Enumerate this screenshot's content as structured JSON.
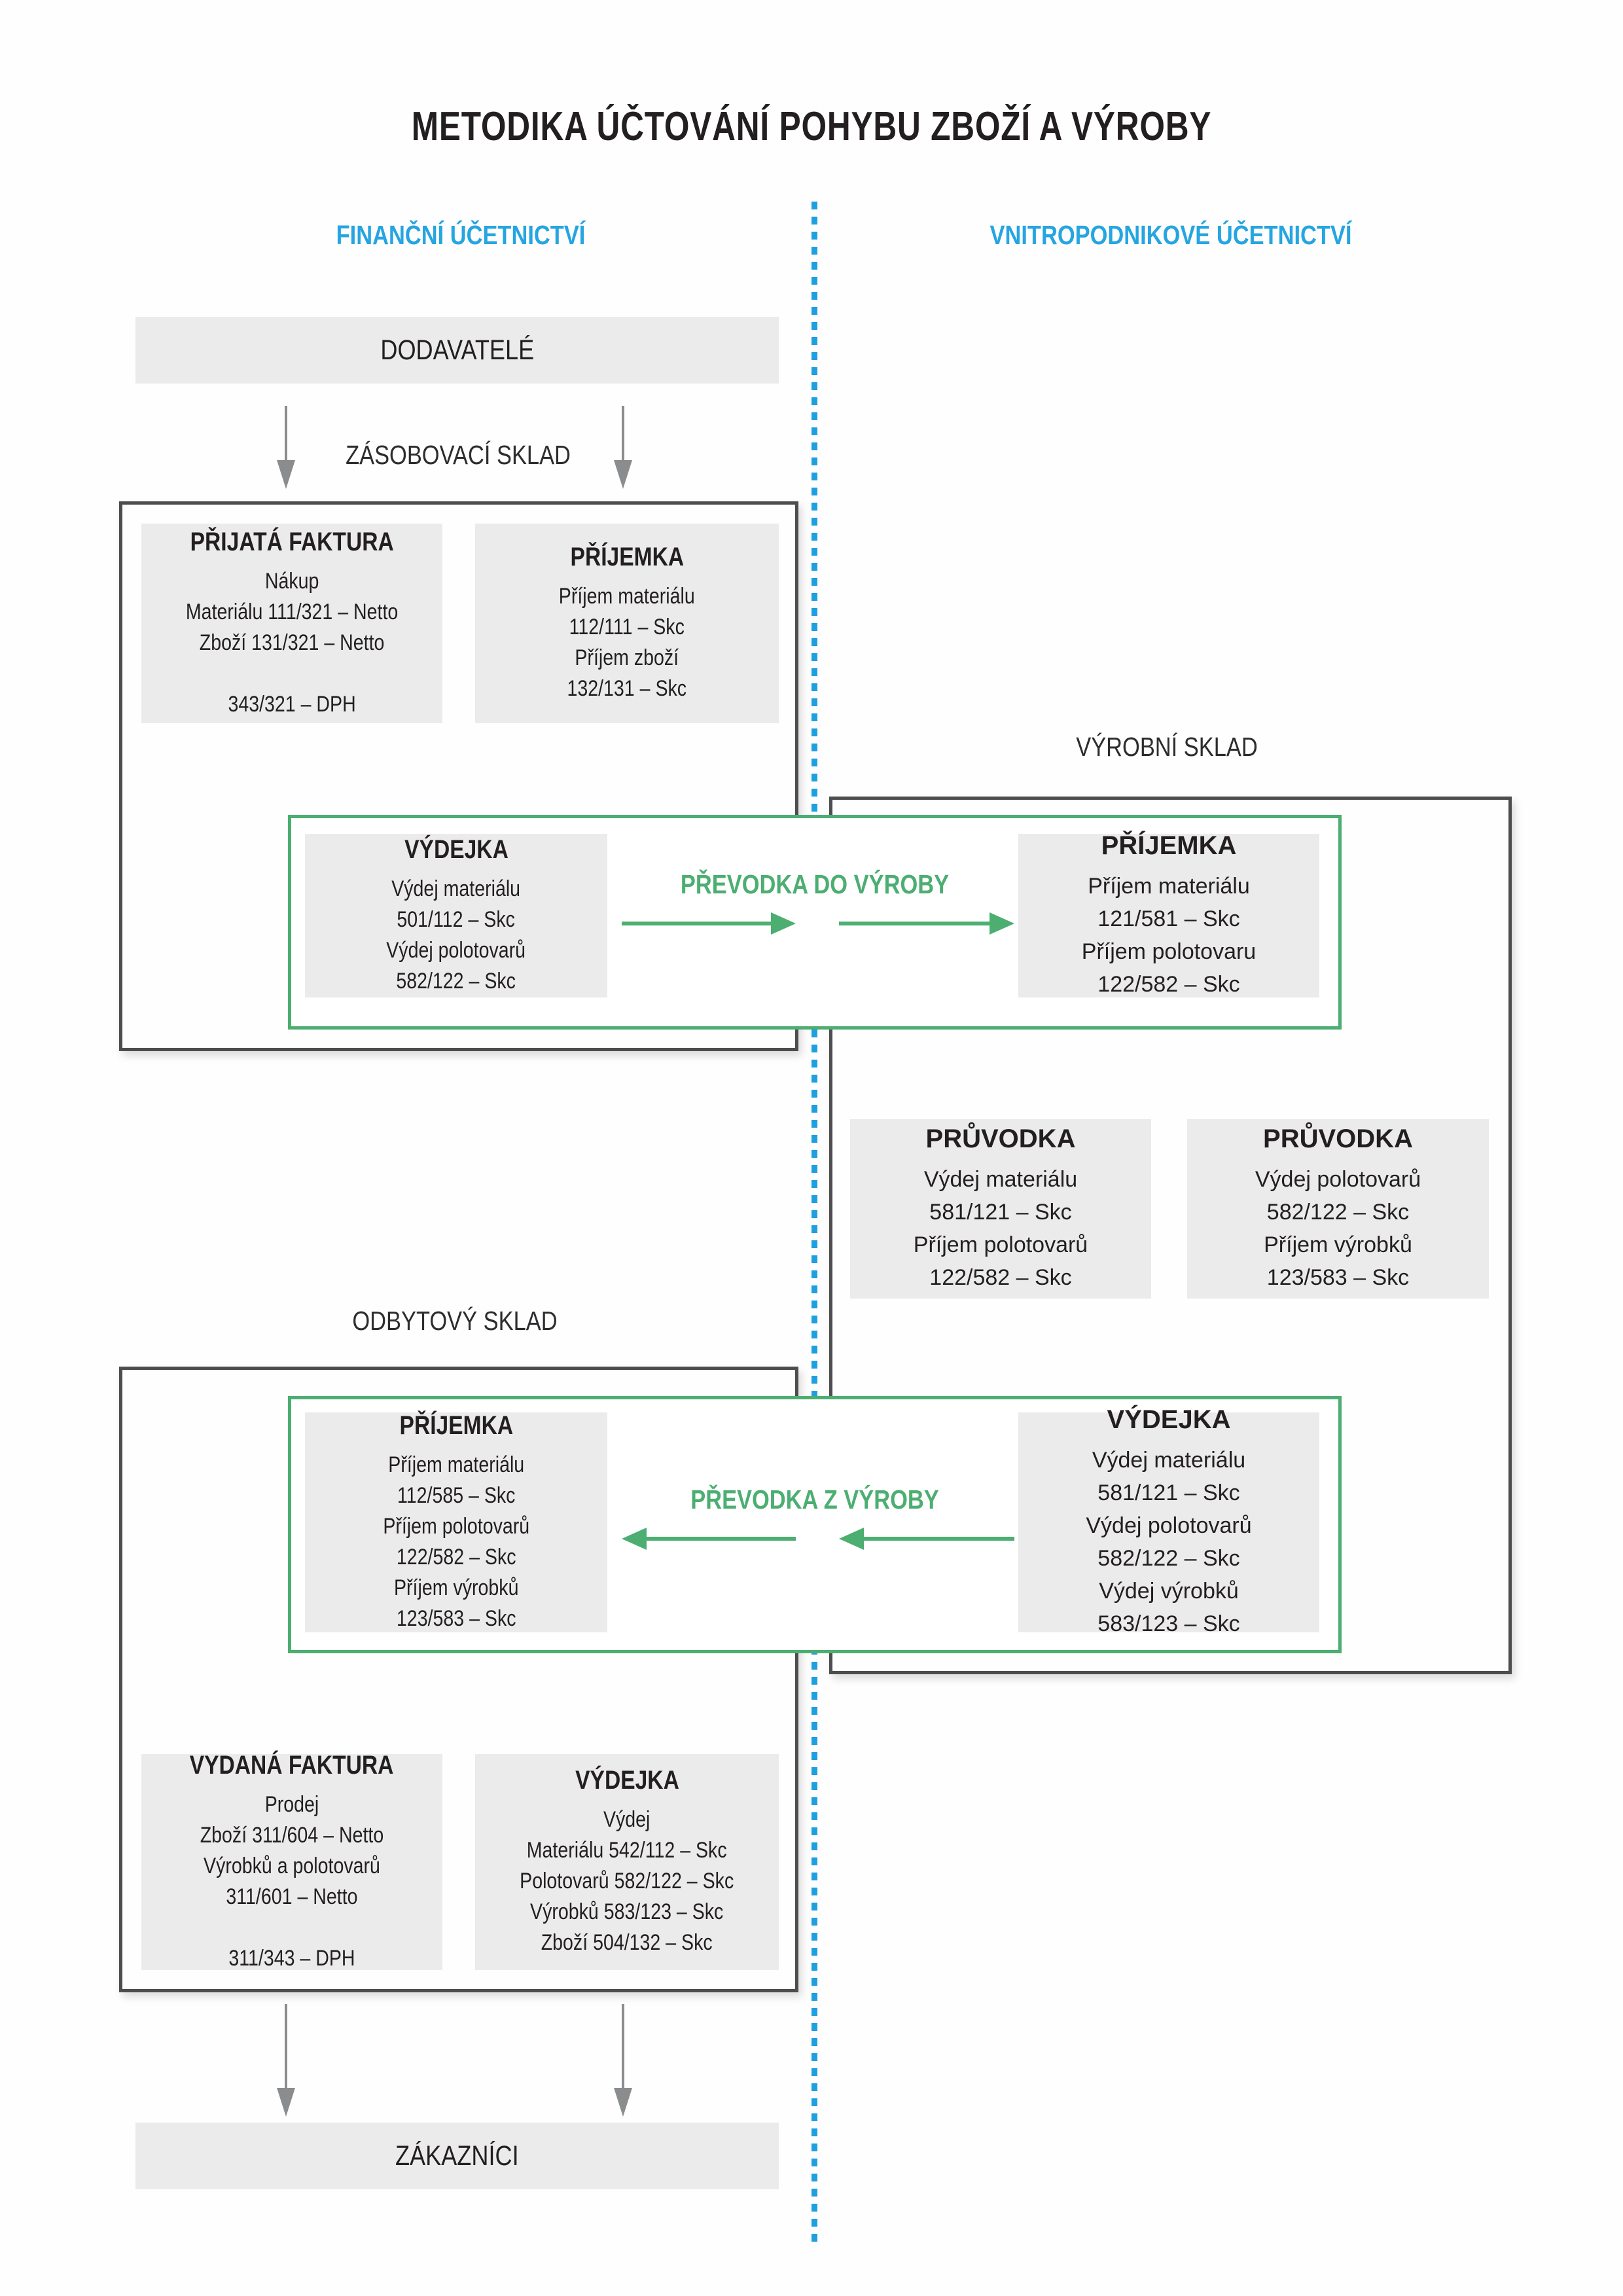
{
  "title": "METODIKA ÚČTOVÁNÍ POHYBU ZBOŽÍ A VÝROBY",
  "colors": {
    "accent_blue": "#25a5e1",
    "accent_green": "#4cae71",
    "box_fill": "#ebebeb",
    "container_border": "#4d4d4f",
    "arrow_gray": "#8a8c8e",
    "text": "#231f20"
  },
  "columns": {
    "left": "FINANČNÍ ÚČETNICTVÍ",
    "right": "VNITROPODNIKOVÉ ÚČETNICTVÍ"
  },
  "endpoints": {
    "suppliers": "DODAVATELÉ",
    "customers": "ZÁKAZNÍCI"
  },
  "sections": {
    "supply_warehouse": "ZÁSOBOVACÍ SKLAD",
    "production_warehouse": "VÝROBNÍ SKLAD",
    "sales_warehouse": "ODBYTOVÝ SKLAD"
  },
  "transfers": {
    "to_production": "PŘEVODKA  DO VÝROBY",
    "from_production": "PŘEVODKA  Z VÝROBY"
  },
  "boxes": {
    "prijata_faktura": {
      "title": "PŘIJATÁ FAKTURA",
      "lines": [
        "Nákup",
        "Materiálu 111/321 – Netto",
        "Zboží 131/321 – Netto",
        "",
        "343/321 – DPH"
      ]
    },
    "prijemka_zasobovaci": {
      "title": "PŘÍJEMKA",
      "lines": [
        "Příjem materiálu",
        "112/111 – Skc",
        "Příjem zboží",
        "132/131 – Skc"
      ]
    },
    "vydejka_do_vyroby": {
      "title": "VÝDEJKA",
      "lines": [
        "Výdej materiálu",
        "501/112 – Skc",
        "Výdej polotovarů",
        "582/122 – Skc"
      ]
    },
    "prijemka_vyrobni": {
      "title": "PŘÍJEMKA",
      "lines": [
        "Příjem materiálu",
        "121/581 – Skc",
        "Příjem polotovaru",
        "122/582 – Skc"
      ]
    },
    "pruvodka_1": {
      "title": "PRŮVODKA",
      "lines": [
        "Výdej materiálu",
        "581/121 – Skc",
        "Příjem polotovarů",
        "122/582 – Skc"
      ]
    },
    "pruvodka_2": {
      "title": "PRŮVODKA",
      "lines": [
        "Výdej polotovarů",
        "582/122 – Skc",
        "Příjem výrobků",
        "123/583 – Skc"
      ]
    },
    "prijemka_odbytovy": {
      "title": "PŘÍJEMKA",
      "lines": [
        "Příjem materiálu",
        "112/585 – Skc",
        "Příjem polotovarů",
        "122/582 – Skc",
        "Příjem výrobků",
        "123/583 – Skc"
      ]
    },
    "vydejka_z_vyroby": {
      "title": "VÝDEJKA",
      "lines": [
        "Výdej materiálu",
        "581/121 – Skc",
        "Výdej polotovarů",
        "582/122 – Skc",
        "Výdej výrobků",
        "583/123 – Skc"
      ]
    },
    "vydana_faktura": {
      "title": "VYDANÁ FAKTURA",
      "lines": [
        "Prodej",
        "Zboží 311/604 – Netto",
        "Výrobků a polotovarů",
        "311/601 – Netto",
        "",
        "311/343 – DPH"
      ]
    },
    "vydejka_prodej": {
      "title": "VÝDEJKA",
      "lines": [
        "Výdej",
        "Materiálu 542/112 – Skc",
        "Polotovarů 582/122 – Skc",
        "Výrobků 583/123 – Skc",
        "Zboží 504/132 – Skc"
      ]
    }
  }
}
